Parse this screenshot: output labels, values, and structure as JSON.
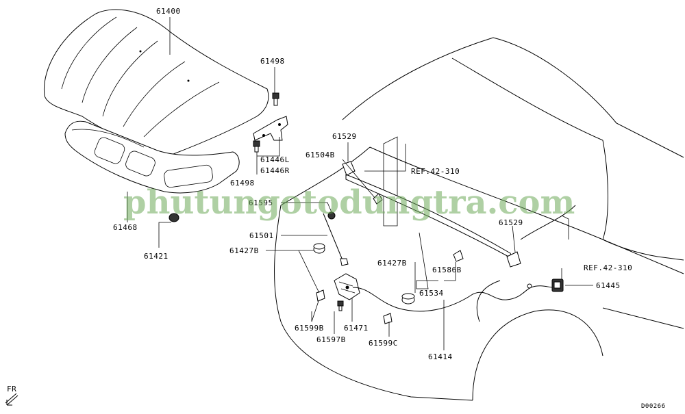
{
  "labels": {
    "p61400": "61400",
    "p61498_top": "61498",
    "p61498_bot": "61498",
    "p61446l": "61446L",
    "p61446r": "61446R",
    "p61468": "61468",
    "p61421": "61421",
    "p61529_top": "61529",
    "p61504b": "61504B",
    "p61595": "61595",
    "p61501": "61501",
    "p61427b_left": "61427B",
    "p61427b_right": "61427B",
    "p61529_right": "61529",
    "p61586b": "61586B",
    "p61534": "61534",
    "p61599b": "61599B",
    "p61471": "61471",
    "p61597b": "61597B",
    "p61599c": "61599C",
    "p61414": "61414",
    "p61445": "61445",
    "ref_top": "REF.42-310",
    "ref_right": "REF.42-310",
    "fr": "FR",
    "diagram_code": "D00266"
  },
  "watermark": "phutungotodungtra.com"
}
